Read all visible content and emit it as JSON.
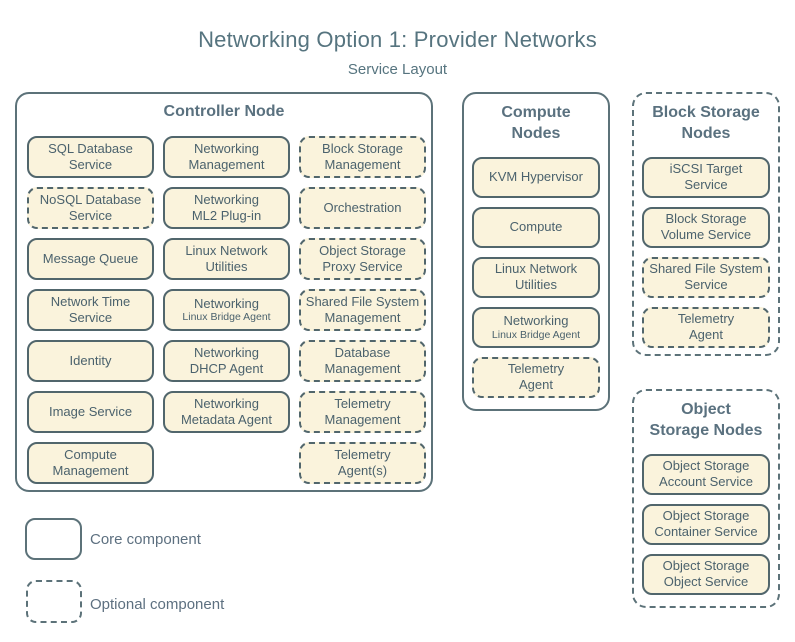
{
  "title": "Networking Option 1: Provider Networks",
  "subtitle": "Service Layout",
  "colors": {
    "box_fill": "#faf3dc",
    "box_border": "#51666c",
    "outline": "#5c7279",
    "text": "#4b626d",
    "header_text": "#5a717f",
    "title_text": "#56747f",
    "legend_text": "#5d7080"
  },
  "controller": {
    "header": "Controller Node",
    "services": [
      {
        "label": "SQL Database\nService",
        "type": "core"
      },
      {
        "label": "Networking\nManagement",
        "type": "core"
      },
      {
        "label": "Block Storage\nManagement",
        "type": "optional"
      },
      {
        "label": "NoSQL Database\nService",
        "type": "optional"
      },
      {
        "label": "Networking\nML2 Plug-in",
        "type": "core"
      },
      {
        "label": "Orchestration",
        "type": "optional"
      },
      {
        "label": "Message Queue",
        "type": "core"
      },
      {
        "label": "Linux Network\nUtilities",
        "type": "core"
      },
      {
        "label": "Object Storage\nProxy Service",
        "type": "optional"
      },
      {
        "label": "Network Time\nService",
        "type": "core"
      },
      {
        "label": "Networking",
        "sublabel": "Linux Bridge Agent",
        "type": "core"
      },
      {
        "label": "Shared File System\nManagement",
        "type": "optional"
      },
      {
        "label": "Identity",
        "type": "core"
      },
      {
        "label": "Networking\nDHCP Agent",
        "type": "core"
      },
      {
        "label": "Database\nManagement",
        "type": "optional"
      },
      {
        "label": "Image Service",
        "type": "core"
      },
      {
        "label": "Networking\nMetadata Agent",
        "type": "core"
      },
      {
        "label": "Telemetry\nManagement",
        "type": "optional"
      },
      {
        "label": "Compute\nManagement",
        "type": "core"
      },
      {
        "label": "Telemetry\nAgent(s)",
        "type": "optional"
      }
    ]
  },
  "compute": {
    "header": "Compute\nNodes",
    "services": [
      {
        "label": "KVM Hypervisor",
        "type": "core"
      },
      {
        "label": "Compute",
        "type": "core"
      },
      {
        "label": "Linux Network\nUtilities",
        "type": "core"
      },
      {
        "label": "Networking",
        "sublabel": "Linux Bridge Agent",
        "type": "core"
      },
      {
        "label": "Telemetry\nAgent",
        "type": "optional"
      }
    ]
  },
  "block_storage": {
    "header": "Block Storage\nNodes",
    "services": [
      {
        "label": "iSCSI Target\nService",
        "type": "core"
      },
      {
        "label": "Block Storage\nVolume Service",
        "type": "core"
      },
      {
        "label": "Shared File System\nService",
        "type": "optional"
      },
      {
        "label": "Telemetry\nAgent",
        "type": "optional"
      }
    ]
  },
  "object_storage": {
    "header": "Object\nStorage Nodes",
    "services": [
      {
        "label": "Object Storage\nAccount Service",
        "type": "core"
      },
      {
        "label": "Object Storage\nContainer Service",
        "type": "core"
      },
      {
        "label": "Object Storage\nObject Service",
        "type": "core"
      }
    ]
  },
  "legend": {
    "core_label": "Core component",
    "optional_label": "Optional component"
  }
}
